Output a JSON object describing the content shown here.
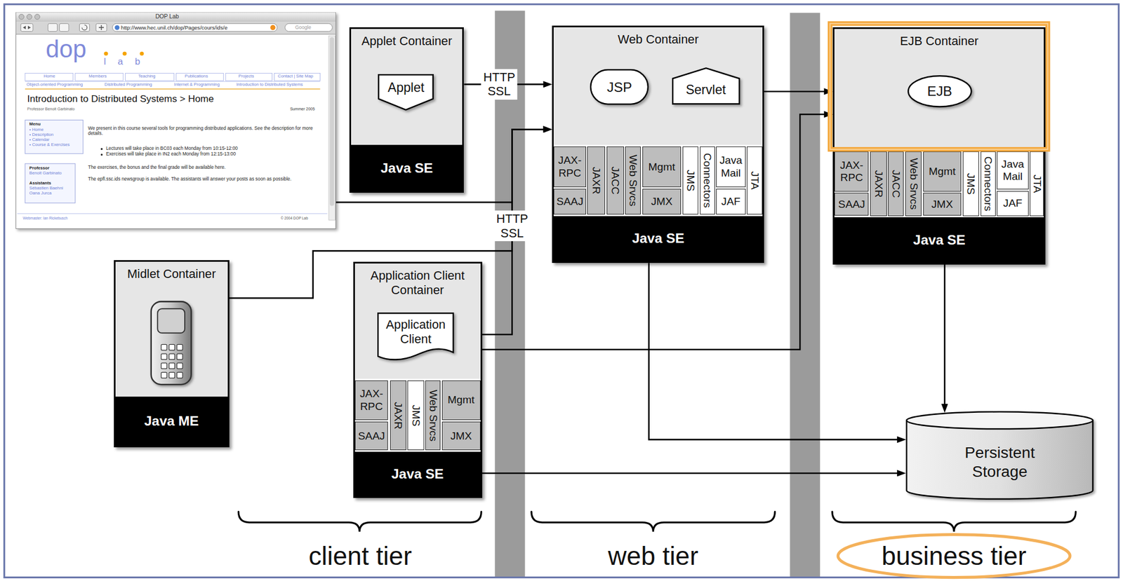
{
  "diagram": {
    "nodes": [
      {
        "text": [
          "DOP Lab",
          "http://www.hec.unil.ch/dop/Pages/cours/ids/e",
          "Google",
          "dop",
          "l a b",
          "Home",
          "Members",
          "Teaching",
          "Publications",
          "Projects",
          "Contact | Site Map",
          "Object-oriented Programming",
          "Distributed Programming",
          "Internet & Programming",
          "Introduction to Distributed Systems",
          "Introduction to Distributed Systems > Home",
          "Professor Benoit Garbinato",
          "Summer 2005",
          "Menu",
          "• Home",
          "• Description",
          "• Calendar",
          "• Course & Exercises",
          "Professor",
          "Benoit Garbinato",
          "Assistants",
          "Sébastien Baehni",
          "Oana Jurca",
          "We present in this course several tools for programming distributed applications. See the description for more details.",
          "Lectures will take place in BC03 each Monday from 10:15-12:00",
          "Exercises will take place in IN2 each Monday from 12:15-13:00",
          "The exercises, the bonus and the final grade will be available here.",
          "The epfl.ssc.ids newsgroup is available. The assistants will answer your posts as soon as possible.",
          "Webmaster: Ian Rickebusch",
          "© 2004 DOP Lab"
        ]
      },
      {
        "text": [
          "Applet Container"
        ]
      },
      {
        "text": [
          "Applet"
        ],
        "in": 1
      },
      {
        "text": [
          "Java SE"
        ],
        "in": 1
      },
      {
        "text": [
          "Web Container"
        ]
      },
      {
        "text": [
          "JSP"
        ],
        "in": 4
      },
      {
        "text": [
          "Servlet"
        ],
        "in": 4
      },
      {
        "text": [
          "JAX-RPC"
        ],
        "in": 4
      },
      {
        "text": [
          "SAAJ"
        ],
        "in": 4
      },
      {
        "text": [
          "JAXR"
        ],
        "in": 4
      },
      {
        "text": [
          "JACC"
        ],
        "in": 4
      },
      {
        "text": [
          "Web Srvcs"
        ],
        "in": 4
      },
      {
        "text": [
          "Mgmt"
        ],
        "in": 4
      },
      {
        "text": [
          "JMX"
        ],
        "in": 4
      },
      {
        "text": [
          "JMS"
        ],
        "in": 4
      },
      {
        "text": [
          "Connectors"
        ],
        "in": 4
      },
      {
        "text": [
          "Java Mail"
        ],
        "in": 4
      },
      {
        "text": [
          "JAF"
        ],
        "in": 4
      },
      {
        "text": [
          "JTA"
        ],
        "in": 4
      },
      {
        "text": [
          "Java SE"
        ],
        "in": 4
      },
      {
        "text": [
          "EJB Container"
        ]
      },
      {
        "text": [
          "EJB"
        ],
        "in": 20
      },
      {
        "text": [
          "JAX-RPC"
        ],
        "in": 20
      },
      {
        "text": [
          "SAAJ"
        ],
        "in": 20
      },
      {
        "text": [
          "JAXR"
        ],
        "in": 20
      },
      {
        "text": [
          "JACC"
        ],
        "in": 20
      },
      {
        "text": [
          "Web Srvcs"
        ],
        "in": 20
      },
      {
        "text": [
          "Mgmt"
        ],
        "in": 20
      },
      {
        "text": [
          "JMX"
        ],
        "in": 20
      },
      {
        "text": [
          "JMS"
        ],
        "in": 20
      },
      {
        "text": [
          "Connectors"
        ],
        "in": 20
      },
      {
        "text": [
          "Java Mail"
        ],
        "in": 20
      },
      {
        "text": [
          "JAF"
        ],
        "in": 20
      },
      {
        "text": [
          "JTA"
        ],
        "in": 20
      },
      {
        "text": [
          "Java SE"
        ],
        "in": 20
      },
      {
        "text": [
          "Midlet Container"
        ]
      },
      {
        "text": [
          "Java ME"
        ],
        "in": 35
      },
      {
        "text": [
          "Application Client Container"
        ]
      },
      {
        "text": [
          "Application Client"
        ],
        "in": 37
      },
      {
        "text": [
          "JAX-RPC"
        ],
        "in": 37
      },
      {
        "text": [
          "SAAJ"
        ],
        "in": 37
      },
      {
        "text": [
          "JAXR"
        ],
        "in": 37
      },
      {
        "text": [
          "JMS"
        ],
        "in": 37
      },
      {
        "text": [
          "Web Srvcs"
        ],
        "in": 37
      },
      {
        "text": [
          "Mgmt"
        ],
        "in": 37
      },
      {
        "text": [
          "JMX"
        ],
        "in": 37
      },
      {
        "text": [
          "Java SE"
        ],
        "in": 37
      },
      {
        "text": [
          "Persistent Storage"
        ]
      }
    ],
    "edges": [
      {
        "from": 1,
        "to": 4,
        "arrow": "to",
        "label": "HTTP SSL"
      },
      {
        "from": 0,
        "to": 4,
        "arrow": "to"
      },
      {
        "from": 35,
        "to": 4,
        "arrow": "to",
        "label": "HTTP SSL"
      },
      {
        "from": 37,
        "to": 4,
        "arrow": "to"
      },
      {
        "from": 4,
        "to": 20,
        "arrow": "to"
      },
      {
        "from": 37,
        "to": 20,
        "arrow": "to"
      },
      {
        "from": 4,
        "to": 47,
        "arrow": "to"
      },
      {
        "from": 20,
        "to": 47,
        "arrow": "to"
      },
      {
        "from": 37,
        "to": 47,
        "arrow": "to"
      }
    ],
    "labels": [
      "client tier",
      "web tier",
      "business tier"
    ]
  }
}
